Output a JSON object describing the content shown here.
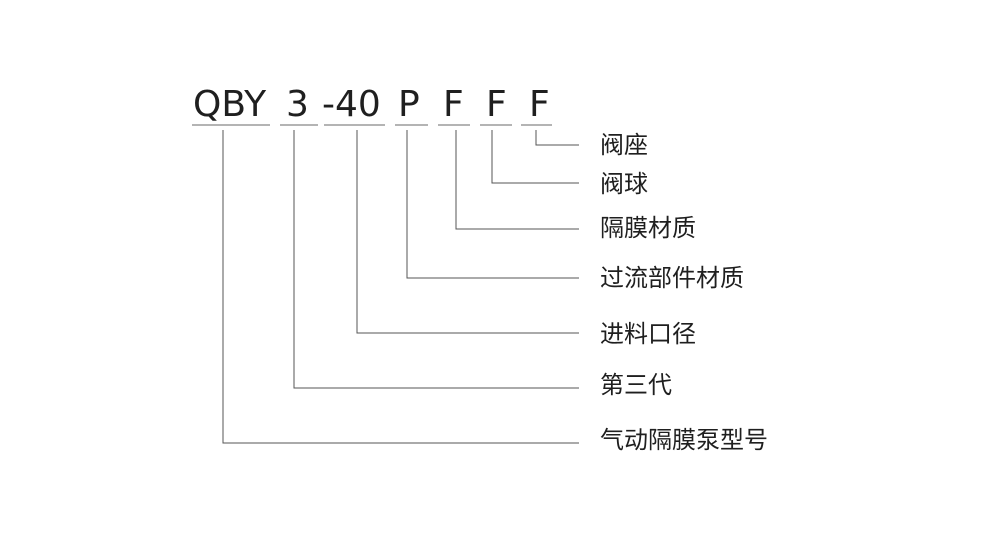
{
  "model_code": {
    "segments": [
      {
        "id": "series",
        "text": "QBY"
      },
      {
        "id": "generation",
        "text": "3"
      },
      {
        "id": "inlet",
        "text": "-40"
      },
      {
        "id": "wetted-material",
        "text": "P"
      },
      {
        "id": "diaphragm-material",
        "text": "F"
      },
      {
        "id": "ball-material",
        "text": "F"
      },
      {
        "id": "seat-material",
        "text": "F"
      }
    ]
  },
  "labels": [
    {
      "id": "seat",
      "text": "阀座"
    },
    {
      "id": "ball",
      "text": "阀球"
    },
    {
      "id": "diaphragm",
      "text": "隔膜材质"
    },
    {
      "id": "wetted",
      "text": "过流部件材质"
    },
    {
      "id": "inlet",
      "text": "进料口径"
    },
    {
      "id": "generation",
      "text": "第三代"
    },
    {
      "id": "model",
      "text": "气动隔膜泵型号"
    }
  ]
}
